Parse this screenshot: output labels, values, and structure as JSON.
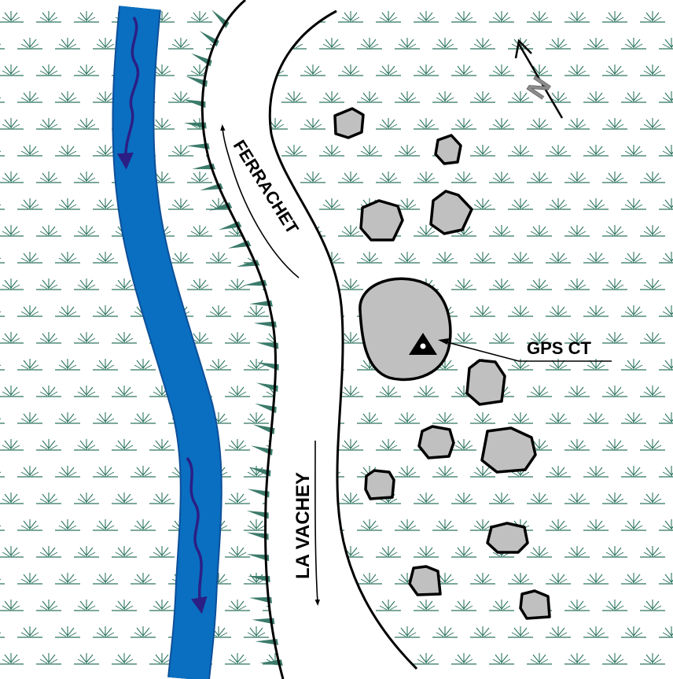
{
  "map": {
    "labels": {
      "road_north": "FERRACHET",
      "road_south": "LA VACHEY",
      "gps_point": "GPS CT",
      "north_arrow": "N"
    },
    "colors": {
      "background": "#ffffff",
      "marsh_symbol": "#2e7560",
      "river": "#0a6fc0",
      "river_edge": "#0d4f99",
      "flow_arrow": "#2b1f85",
      "cliff_ticks": "#3b7a6a",
      "road_line": "#000000",
      "boulder_fill": "#c0c0c0",
      "boulder_outline": "#000000",
      "north_letter": "#8a8a8a"
    },
    "features": {
      "river": "river-with-flow-arrows",
      "cliff": "escarpment-ticks",
      "road": "road",
      "boulders": "boulder-field",
      "gps_marker": "triangle-survey-marker",
      "vegetation": "marsh-grass-symbols"
    }
  }
}
